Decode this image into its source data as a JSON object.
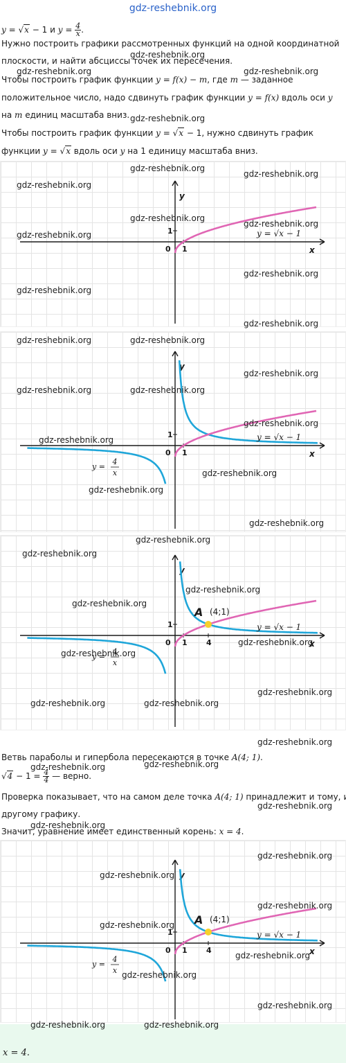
{
  "header": {
    "site": "gdz-reshebnik.org"
  },
  "watermark": "gdz-reshebnik.org",
  "text": {
    "eq_y": "y",
    "eq_eq": "=",
    "eq_x": "x",
    "eq_minus1": "− 1",
    "eq_and": " и ",
    "eq_four": "4",
    "eq_x_den": "x",
    "eq_dot": ".",
    "p1a": "Нужно построить графики рассмотренных функций на одной координатной",
    "p1b": "плоскости, и найти абсциссы точек их пересечения.",
    "p2a_pre": "Чтобы построить график функции ",
    "p2a_formula": "y = f(x) − m",
    "p2a_mid": ", где ",
    "p2a_m": "m",
    "p2a_post": " — заданное",
    "p2b_pre": "положительное число, надо сдвинуть график функции ",
    "p2b_formula": "y = f(x)",
    "p2b_mid": " вдоль оси ",
    "p2b_y": "y",
    "p2c_pre": "на ",
    "p2c_m": "m",
    "p2c_post": " единиц масштаба вниз.",
    "p3a_pre": "Чтобы построить график функции ",
    "p3a_post": ", нужно сдвинуть график",
    "p3b_pre": "функции ",
    "p3b_mid": " вдоль оси ",
    "p3b_y": "y",
    "p3b_post": " на 1 единицу масштаба вниз.",
    "p4_pre": "Ветвь параболы и гипербола пересекаются в точке ",
    "p4_point": "A(4; 1)",
    "p4_post": ".",
    "check_sqrt": "4",
    "check_mid": " − 1 = ",
    "check_num": "4",
    "check_den": "4",
    "check_post": " — верно.",
    "p5a_pre": "Проверка показывает, что на самом деле точка ",
    "p5a_point": "A(4; 1)",
    "p5a_post": " принадлежит и тому, и",
    "p5b": "другому графику.",
    "p6_pre": "Значит, уравнение имеет единственный корень: ",
    "p6_root": "x = 4",
    "p6_post": ".",
    "answer": "x = 4."
  },
  "graph": {
    "axis_x": "x",
    "axis_y": "y",
    "origin": "0",
    "tick_one_x": "1",
    "tick_one_y": "1",
    "tick_four": "4",
    "label_sqrt": "y = √x − 1",
    "label_hyper_y": "y =",
    "label_hyper_num": "4",
    "label_hyper_den": "x",
    "point_name": "A",
    "point_coords": "(4;1)"
  },
  "colors": {
    "sqrt_curve": "#e066b4",
    "hyperbola": "#1fa6d9",
    "point": "#f7d02b",
    "answer_bg": "#e9f9ee",
    "link": "#2a62c9"
  },
  "chart_data": [
    {
      "type": "line",
      "series": [
        {
          "name": "y = √x − 1",
          "x": [
            0,
            1,
            4,
            9
          ],
          "y": [
            -1,
            0,
            1,
            2
          ]
        }
      ]
    },
    {
      "type": "line",
      "series": [
        {
          "name": "y = √x − 1",
          "x": [
            0,
            1,
            4,
            9
          ],
          "y": [
            -1,
            0,
            1,
            2
          ]
        },
        {
          "name": "y = 4/x",
          "x": [
            -8,
            -4,
            -2,
            -1,
            1,
            2,
            4,
            8
          ],
          "y": [
            -0.5,
            -1,
            -2,
            -4,
            4,
            2,
            1,
            0.5
          ]
        }
      ]
    },
    {
      "type": "line",
      "series": [
        {
          "name": "y = √x − 1",
          "x": [
            0,
            1,
            4,
            9
          ],
          "y": [
            -1,
            0,
            1,
            2
          ]
        },
        {
          "name": "y = 4/x",
          "x": [
            -8,
            -4,
            -2,
            -1,
            1,
            2,
            4,
            8
          ],
          "y": [
            -0.5,
            -1,
            -2,
            -4,
            4,
            2,
            1,
            0.5
          ]
        }
      ],
      "annotations": [
        {
          "label": "A (4;1)",
          "x": 4,
          "y": 1
        }
      ]
    },
    {
      "type": "line",
      "series": [
        {
          "name": "y = √x − 1",
          "x": [
            0,
            1,
            4,
            9
          ],
          "y": [
            -1,
            0,
            1,
            2
          ]
        },
        {
          "name": "y = 4/x",
          "x": [
            -8,
            -4,
            -2,
            -1,
            1,
            2,
            4,
            8
          ],
          "y": [
            -0.5,
            -1,
            -2,
            -4,
            4,
            2,
            1,
            0.5
          ]
        }
      ],
      "annotations": [
        {
          "label": "A (4;1)",
          "x": 4,
          "y": 1
        }
      ]
    }
  ]
}
